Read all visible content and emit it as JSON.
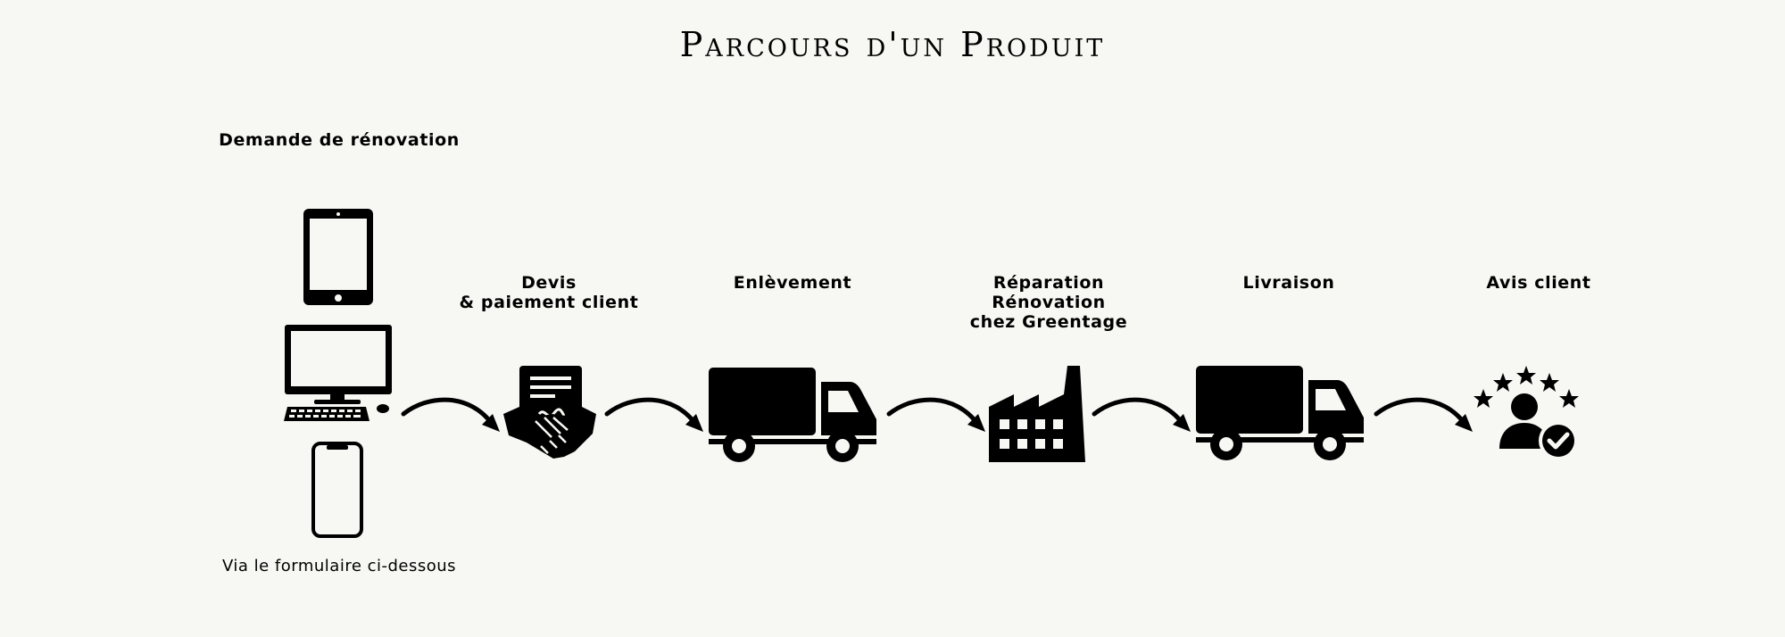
{
  "title": "Parcours d'un Produit",
  "start": {
    "heading": "Demande de rénovation",
    "note": "Via le formulaire ci-dessous"
  },
  "steps": [
    {
      "label": "Devis\n& paiement client",
      "icon": "handshake-contract-icon"
    },
    {
      "label": "Enlèvement",
      "icon": "truck-icon"
    },
    {
      "label": "Réparation\nRénovation\nchez Greentage",
      "icon": "factory-icon"
    },
    {
      "label": "Livraison",
      "icon": "truck-icon"
    },
    {
      "label": "Avis client",
      "icon": "customer-rating-icon"
    }
  ],
  "colors": {
    "background": "#f7f7f3",
    "ink": "#000000"
  }
}
